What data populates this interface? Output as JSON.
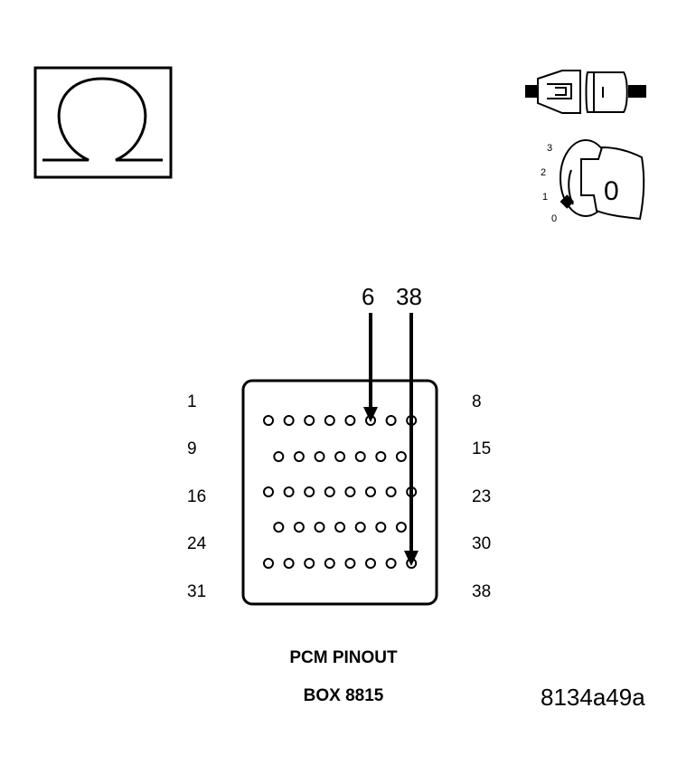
{
  "connector": {
    "rows": [
      {
        "left": "1",
        "right": "8",
        "pins": 8,
        "offset": false
      },
      {
        "left": "9",
        "right": "15",
        "pins": 7,
        "offset": true
      },
      {
        "left": "16",
        "right": "23",
        "pins": 8,
        "offset": false
      },
      {
        "left": "24",
        "right": "30",
        "pins": 7,
        "offset": true
      },
      {
        "left": "31",
        "right": "38",
        "pins": 8,
        "offset": false
      }
    ],
    "probes": [
      {
        "label": "6",
        "row": 0,
        "index": 5
      },
      {
        "label": "38",
        "row": 4,
        "index": 7
      }
    ]
  },
  "ignition_key": {
    "positions": [
      "3",
      "2",
      "1",
      "0"
    ],
    "setting": "0"
  },
  "caption": {
    "line1": "PCM PINOUT",
    "line2": "BOX 8815"
  },
  "figure_id": "8134a49a",
  "icons": [
    "ohmmeter-symbol-icon",
    "connector-disconnected-icon",
    "ignition-key-off-icon"
  ]
}
